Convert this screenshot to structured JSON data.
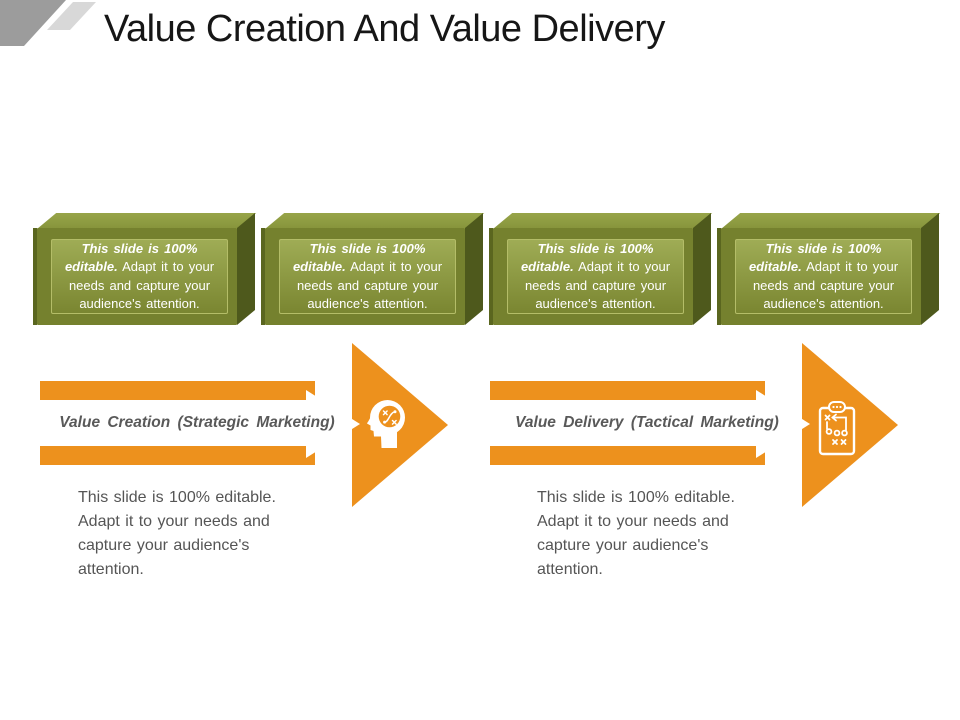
{
  "slide": {
    "title": "Value Creation And Value Delivery"
  },
  "boxes": [
    {
      "highlight": "This slide is 100% editable.",
      "body": " Adapt it to your needs and capture your audience's attention."
    },
    {
      "highlight": "This slide is 100% editable.",
      "body": " Adapt it to your needs and capture your audience's attention."
    },
    {
      "highlight": "This slide is 100% editable.",
      "body": " Adapt it to your needs and capture your audience's attention."
    },
    {
      "highlight": "This slide is 100% editable.",
      "body": " Adapt it to your needs and capture your audience's attention."
    }
  ],
  "arrows": [
    {
      "label": "Value Creation (Strategic Marketing)",
      "icon": "head-strategy-icon",
      "description": "This slide is 100% editable. Adapt it to your needs and capture your audience's attention."
    },
    {
      "label": "Value Delivery (Tactical Marketing)",
      "icon": "clipboard-tactics-icon",
      "description": "This slide is 100% editable. Adapt it to your needs and capture your audience's attention."
    }
  ],
  "colors": {
    "accent_orange": "#ED911D",
    "olive_front": "#75812E",
    "olive_top": "#8D9B41",
    "olive_side": "#4E591C",
    "text_gray": "#555555",
    "label_gray": "#595959",
    "corner_dark": "#9C9C9C",
    "corner_light": "#D8D8D8"
  }
}
